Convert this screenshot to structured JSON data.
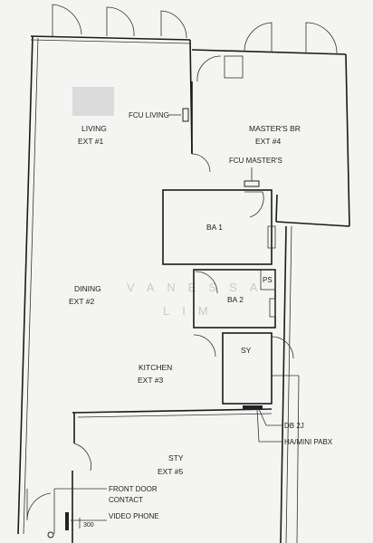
{
  "rooms": {
    "living": {
      "name": "LIVING",
      "ext": "EXT #1"
    },
    "master": {
      "name": "MASTER'S BR",
      "ext": "EXT #4"
    },
    "dining": {
      "name": "DINING",
      "ext": "EXT #2"
    },
    "kitchen": {
      "name": "KITCHEN",
      "ext": "EXT #3"
    },
    "study": {
      "name": "STY",
      "ext": "EXT #5"
    },
    "ba1": {
      "name": "BA 1"
    },
    "ba2": {
      "name": "BA 2"
    },
    "sy": {
      "name": "SY"
    },
    "ps": {
      "name": "PS"
    }
  },
  "labels": {
    "fcu_living": "FCU LIVING",
    "fcu_master": "FCU MASTER'S",
    "db": "DB 2J",
    "pabx": "HA/MINI PABX",
    "front_door_1": "FRONT DOOR",
    "front_door_2": "CONTACT",
    "video_phone": "VIDEO PHONE",
    "dim": "300"
  },
  "watermark": {
    "line1": "VANESSA",
    "line2": "LIM"
  }
}
